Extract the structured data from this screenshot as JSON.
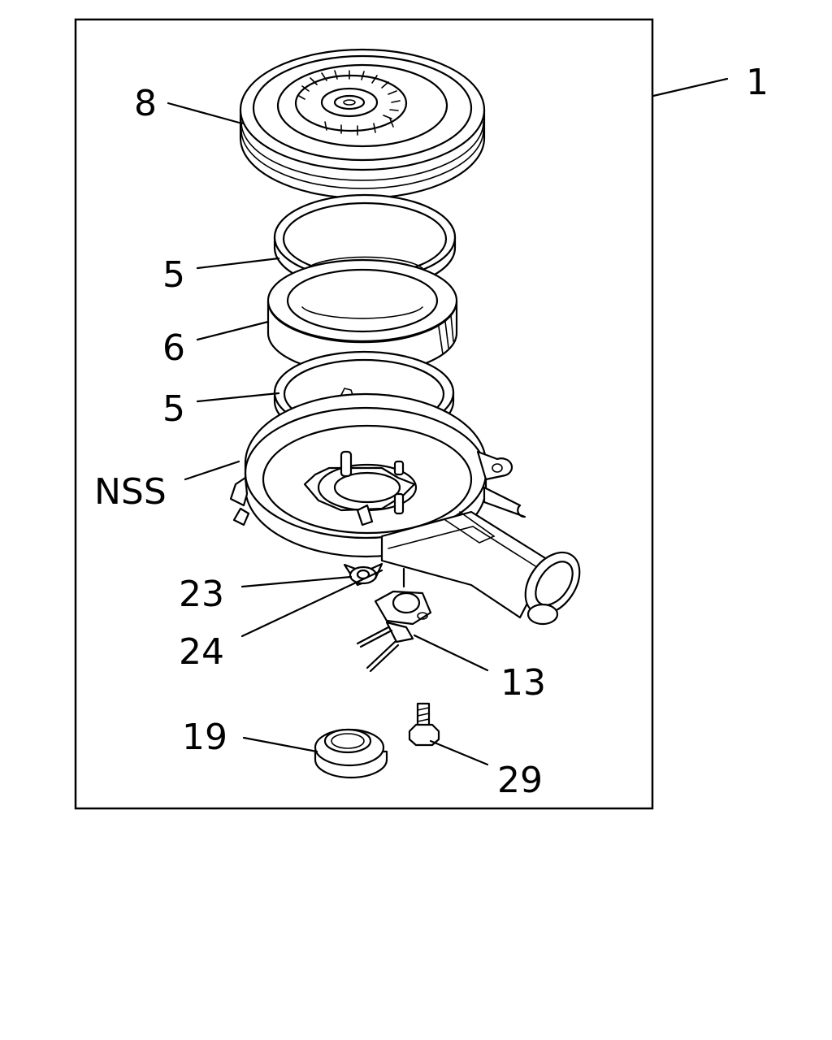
{
  "labels": {
    "assembly": "1",
    "cover": "8",
    "seal_upper": "5",
    "element": "6",
    "seal_lower": "5",
    "housing": "NSS",
    "part_23": "23",
    "part_24": "24",
    "part_13": "13",
    "part_19": "19",
    "part_29": "29"
  }
}
